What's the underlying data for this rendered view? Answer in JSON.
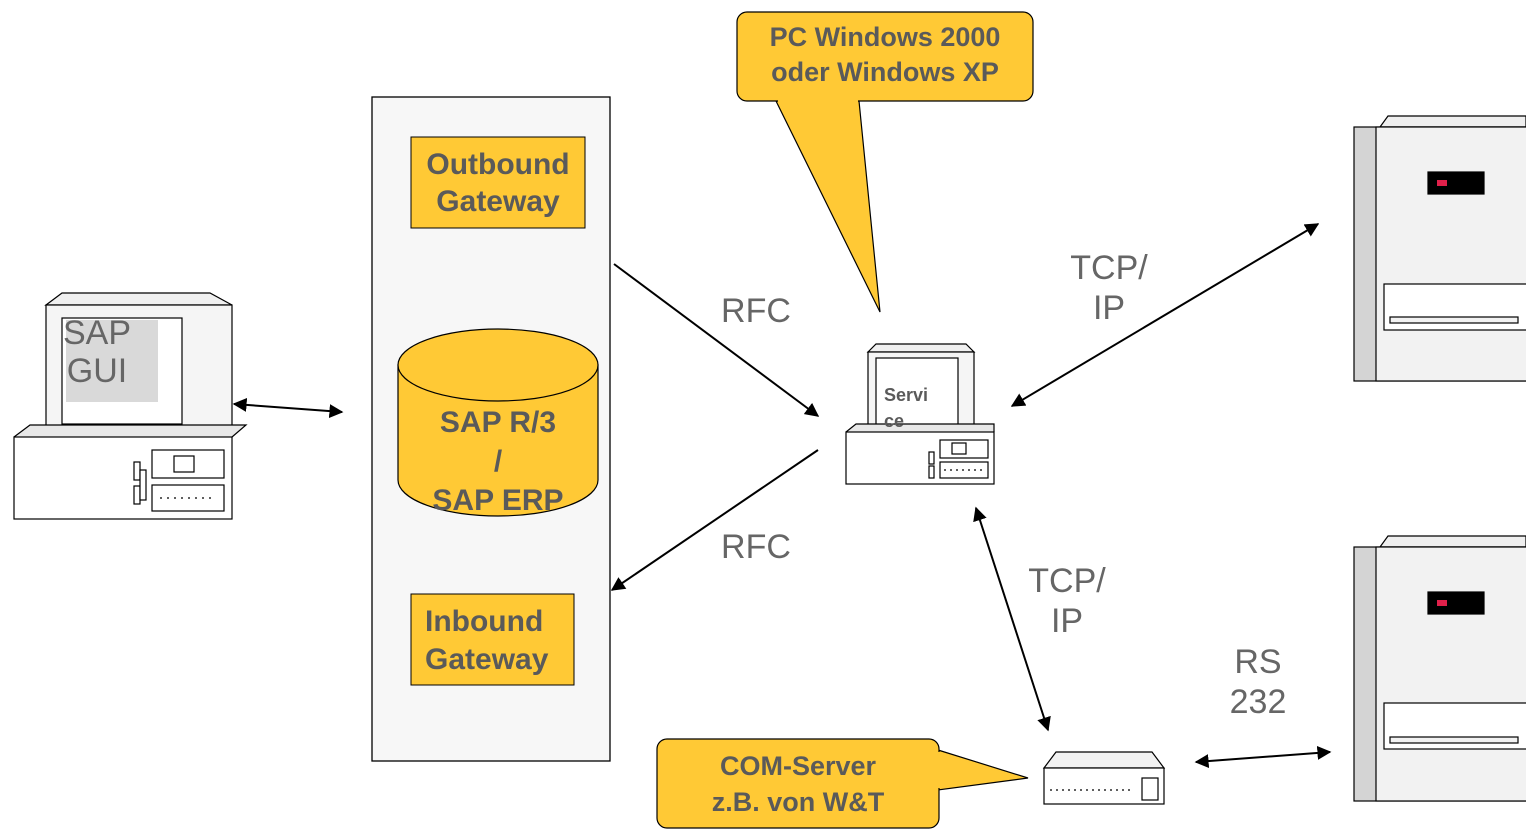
{
  "sap_gui": {
    "line1": "SAP",
    "line2": "GUI"
  },
  "sap_system": {
    "outbound": {
      "line1": "Outbound",
      "line2": "Gateway"
    },
    "database": {
      "line1": "SAP R/3",
      "line2": "/",
      "line3": "SAP ERP"
    },
    "inbound": {
      "line1": "Inbound",
      "line2": "Gateway"
    }
  },
  "callout_pc": {
    "line1": "PC Windows 2000",
    "line2": "oder Windows XP"
  },
  "service_pc": {
    "line1": "Servi",
    "line2": "ce"
  },
  "links": {
    "rfc_top": "RFC",
    "rfc_bottom": "RFC",
    "tcp_top": {
      "line1": "TCP/",
      "line2": "IP"
    },
    "tcp_bottom": {
      "line1": "TCP/",
      "line2": "IP"
    },
    "rs232": {
      "line1": "RS",
      "line2": "232"
    }
  },
  "callout_com": {
    "line1": "COM-Server",
    "line2": "z.B. von W&T"
  },
  "colors": {
    "yellow": "#FFC935",
    "text_gray": "#5a5a5a",
    "indicator_red": "#E0204A"
  }
}
